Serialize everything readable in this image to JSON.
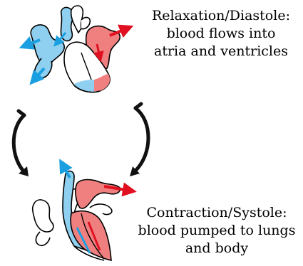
{
  "diastole": {
    "caption_lines": [
      "Relaxation/Diastole:",
      "blood flows into",
      "atria and ventricles"
    ]
  },
  "systole": {
    "caption_lines": [
      "Contraction/Systole:",
      "blood pumped to lungs",
      "and body"
    ]
  },
  "colors": {
    "deoxygenated_blood": "#8fd0f0",
    "oxygenated_blood": "#f08080",
    "deoxygenated_arrow": "#1aa0e0",
    "oxygenated_arrow": "#e01020",
    "outline": "#000000"
  },
  "icons": {
    "cycle_arrow_left": "curved-arrow-down",
    "cycle_arrow_right": "curved-arrow-up"
  }
}
